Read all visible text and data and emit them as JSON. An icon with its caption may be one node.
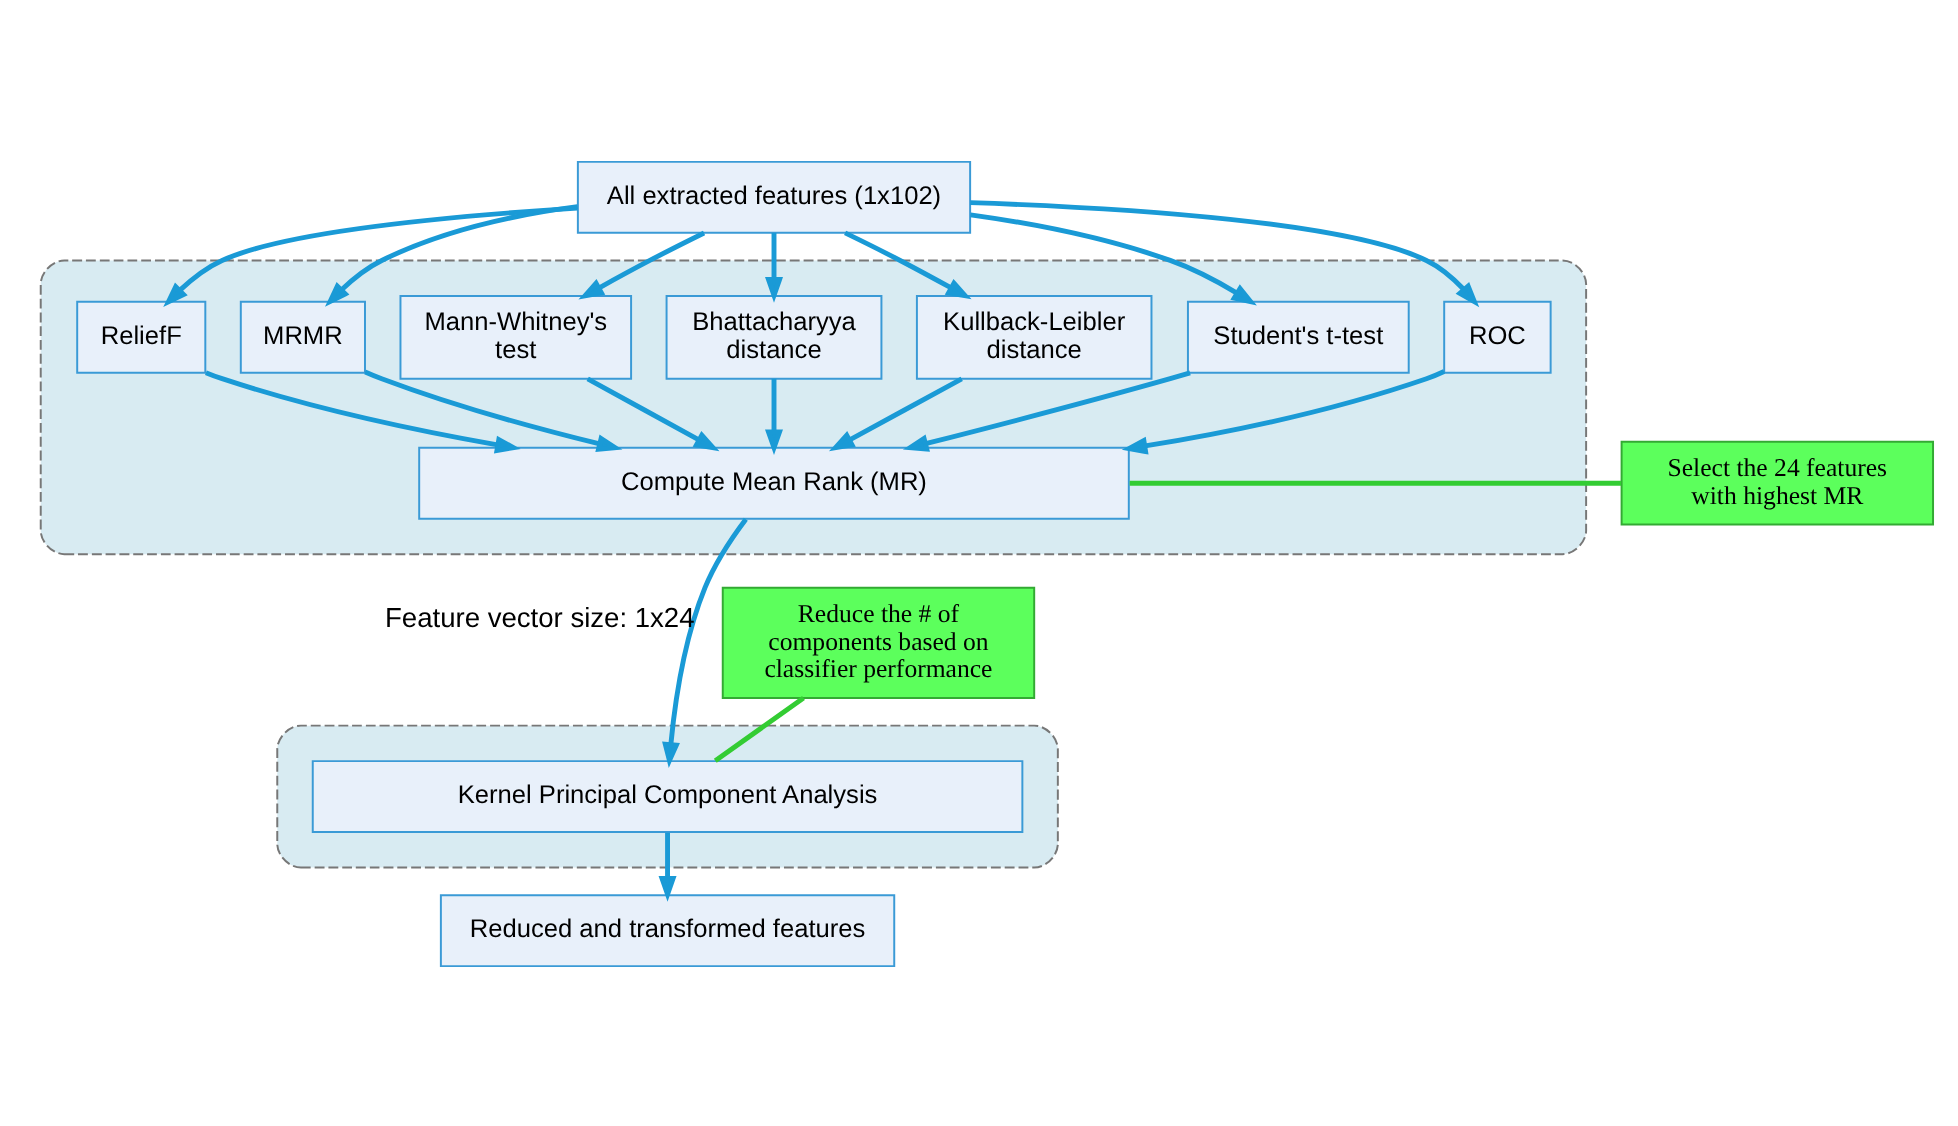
{
  "diagram": {
    "nodes": [
      {
        "text": [
          "All extracted features (1x102)"
        ]
      },
      {
        "text": [],
        "shape": "box"
      },
      {
        "text": [
          "Student's t-test"
        ],
        "in": 1
      },
      {
        "text": [
          "Kullback-Leibler distance"
        ],
        "in": 1
      },
      {
        "text": [
          "Bhattacharyya distance"
        ],
        "in": 1
      },
      {
        "text": [
          "ROC"
        ],
        "in": 1
      },
      {
        "text": [
          "Mann-Whitney's test"
        ],
        "in": 1
      },
      {
        "text": [
          "MRMR"
        ],
        "in": 1
      },
      {
        "text": [
          "ReliefF"
        ],
        "in": 1
      },
      {
        "text": [
          "Compute Mean Rank (MR)"
        ],
        "in": 1
      },
      {
        "text": [
          "Select the 24 features with highest MR"
        ]
      },
      {
        "text": [],
        "shape": "box"
      },
      {
        "text": [
          "Kernel Principal Component Analysis"
        ],
        "in": 11
      },
      {
        "text": [
          "Reduce the # of components based on classifier performance"
        ]
      },
      {
        "text": [
          "Reduced and transformed features"
        ]
      }
    ],
    "edges": [
      {
        "from": 0,
        "to": 2,
        "arrow": "to"
      },
      {
        "from": 0,
        "to": 3,
        "arrow": "to"
      },
      {
        "from": 0,
        "to": 4,
        "arrow": "to"
      },
      {
        "from": 0,
        "to": 5,
        "arrow": "to"
      },
      {
        "from": 0,
        "to": 6,
        "arrow": "to"
      },
      {
        "from": 0,
        "to": 7,
        "arrow": "to"
      },
      {
        "from": 0,
        "to": 8,
        "arrow": "to"
      },
      {
        "from": 2,
        "to": 9,
        "arrow": "to"
      },
      {
        "from": 3,
        "to": 9,
        "arrow": "to"
      },
      {
        "from": 4,
        "to": 9,
        "arrow": "to"
      },
      {
        "from": 5,
        "to": 9,
        "arrow": "to"
      },
      {
        "from": 6,
        "to": 9,
        "arrow": "to"
      },
      {
        "from": 7,
        "to": 9,
        "arrow": "to"
      },
      {
        "from": 8,
        "to": 9,
        "arrow": "to"
      },
      {
        "from": 10,
        "to": 9,
        "arrow": "none",
        "color": "#33cc33"
      },
      {
        "from": 9,
        "to": 12,
        "arrow": "to",
        "label": "Feature vector size: 1x24"
      },
      {
        "from": 13,
        "to": 12,
        "arrow": "none",
        "color": "#33cc33"
      },
      {
        "from": 12,
        "to": 14,
        "arrow": "to"
      }
    ]
  }
}
